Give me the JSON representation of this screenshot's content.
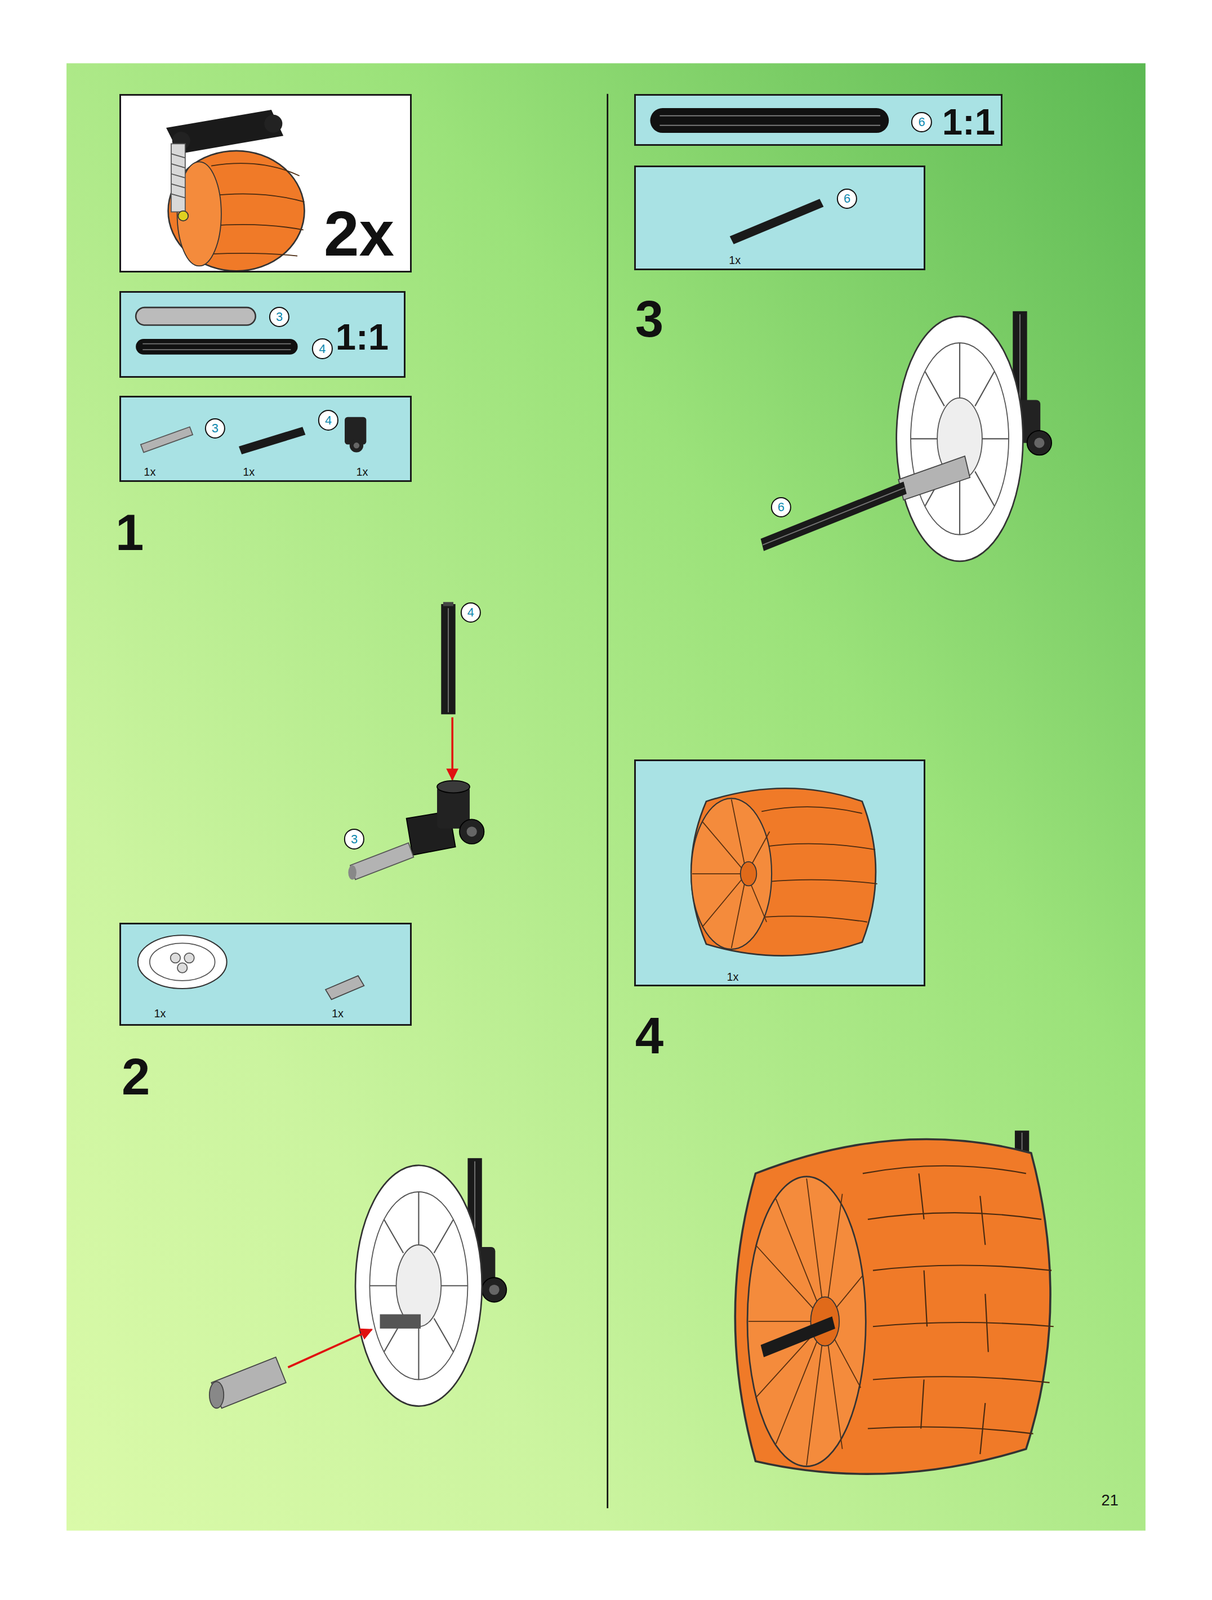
{
  "diagram": {
    "nodes": [
      {
        "text": [
          "2x"
        ]
      },
      {
        "text": [
          "3",
          "4",
          "1:1"
        ]
      },
      {
        "text": [
          "3",
          "4",
          "1x",
          "1x",
          "1x"
        ]
      },
      {
        "text": [
          "1x",
          "1x"
        ]
      },
      {
        "text": [
          "6",
          "1:1"
        ]
      },
      {
        "text": [
          "6",
          "1x"
        ]
      },
      {
        "text": [
          "1x"
        ]
      }
    ],
    "labels": [
      "1",
      "4",
      "3",
      "2",
      "3",
      "6",
      "4",
      "21"
    ]
  }
}
